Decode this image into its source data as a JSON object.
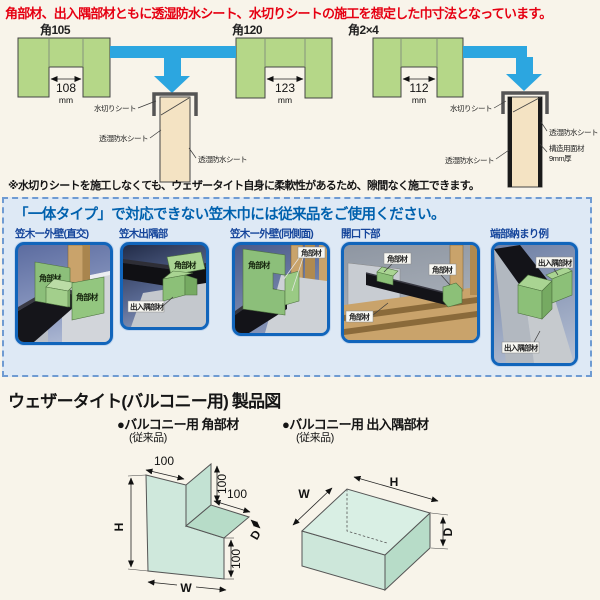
{
  "colors": {
    "page_bg": "#f8f4ea",
    "title_red": "#e60012",
    "part_green": "#b5d788",
    "arrow_blue": "#2ca6e0",
    "box_bg": "#dee9f5",
    "box_border_blue": "#6f9bd2",
    "header_blue": "#0061ae",
    "panel_border_blue": "#1165bb",
    "drawing_green": "#cfe8dc"
  },
  "top": {
    "title": "角部材、出入隅部材ともに透湿防水シート、水切りシートの施工を想定した巾寸法となっています。",
    "variants": [
      {
        "name": "角105",
        "dim": "108",
        "unit": "mm"
      },
      {
        "name": "角120",
        "dim": "123",
        "unit": "mm"
      },
      {
        "name": "角2×4",
        "dim": "112",
        "unit": "mm"
      }
    ],
    "post1": {
      "label_cap": "水切りシート",
      "label_left": "透湿防水シート",
      "label_right": "透湿防水シート"
    },
    "post2": {
      "label_cap": "水切りシート",
      "label_right1": "透湿防水シート",
      "label_right2": "構造用面材",
      "label_right3": "9mm厚",
      "label_left": "透湿防水シート"
    },
    "note": "※水切りシートを施工しなくても、ウェザータイト自身に柔軟性があるため、隙間なく施工できます。"
  },
  "conventional": {
    "header": "「一体タイプ」で対応できない笠木巾には従来品をご使用ください。",
    "panels": [
      {
        "title": "笠木ー外壁(直交)",
        "labels": [
          "角部材",
          "角部材"
        ]
      },
      {
        "title": "笠木出隅部",
        "labels": [
          "角部材",
          "出入隅部材"
        ]
      },
      {
        "title": "笠木ー外壁(同側面)",
        "labels": [
          "角部材",
          "角部材"
        ]
      },
      {
        "title": "開口下部",
        "labels": [
          "角部材",
          "角部材",
          "角部材"
        ]
      },
      {
        "title": "端部納まり例",
        "labels": [
          "出入隅部材",
          "出入隅部材"
        ]
      }
    ]
  },
  "products": {
    "title": "ウェザータイト(バルコニー用) 製品図",
    "items": [
      {
        "heading": "●バルコニー用 角部材",
        "sub": "(従来品)"
      },
      {
        "heading": "●バルコニー用 出入隅部材",
        "sub": "(従来品)"
      }
    ],
    "dims": {
      "h": "H",
      "w": "W",
      "d": "D",
      "hundred": "100"
    }
  }
}
